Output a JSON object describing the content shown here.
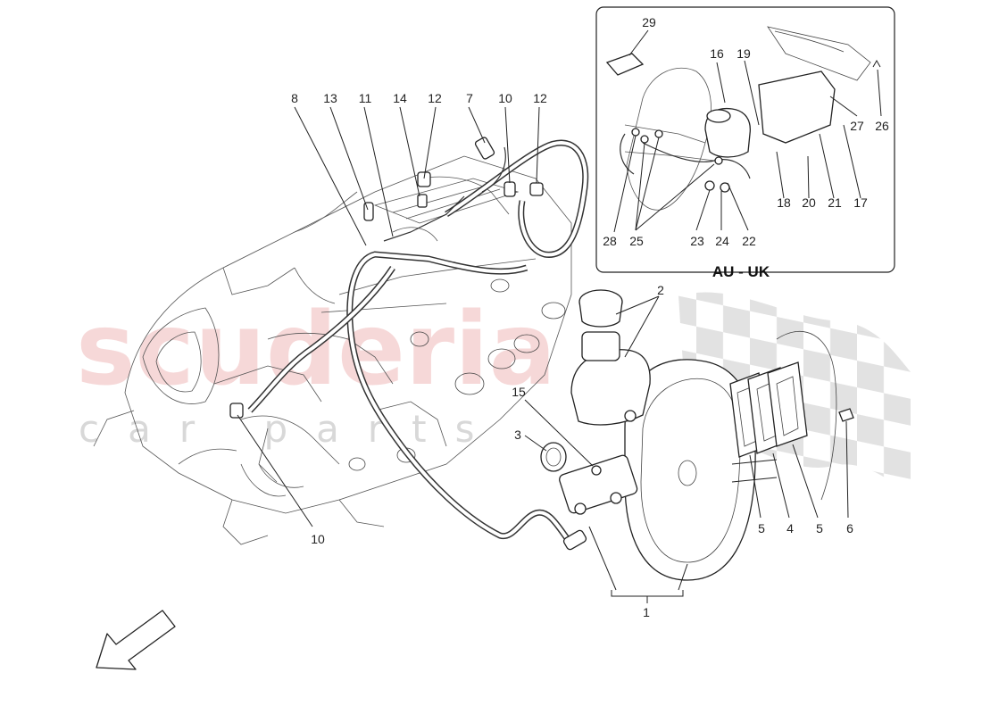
{
  "watermark": {
    "main": "scuderia",
    "sub": "car parts"
  },
  "inset": {
    "title": "AU - UK"
  },
  "callouts": {
    "c1": "1",
    "c2": "2",
    "c3": "3",
    "c4": "4",
    "c5a": "5",
    "c5b": "5",
    "c6": "6",
    "c7": "7",
    "c8": "8",
    "c10a": "10",
    "c10b": "10",
    "c11": "11",
    "c12a": "12",
    "c12b": "12",
    "c13": "13",
    "c14": "14",
    "c15": "15",
    "c16": "16",
    "c17": "17",
    "c18": "18",
    "c19": "19",
    "c20": "20",
    "c21": "21",
    "c22": "22",
    "c23": "23",
    "c24": "24",
    "c25": "25",
    "c26": "26",
    "c27": "27",
    "c28": "28",
    "c29": "29"
  },
  "icons": {
    "direction_arrow": "front-direction-arrow-icon",
    "checker_flag": "checkered-flag-logo"
  }
}
